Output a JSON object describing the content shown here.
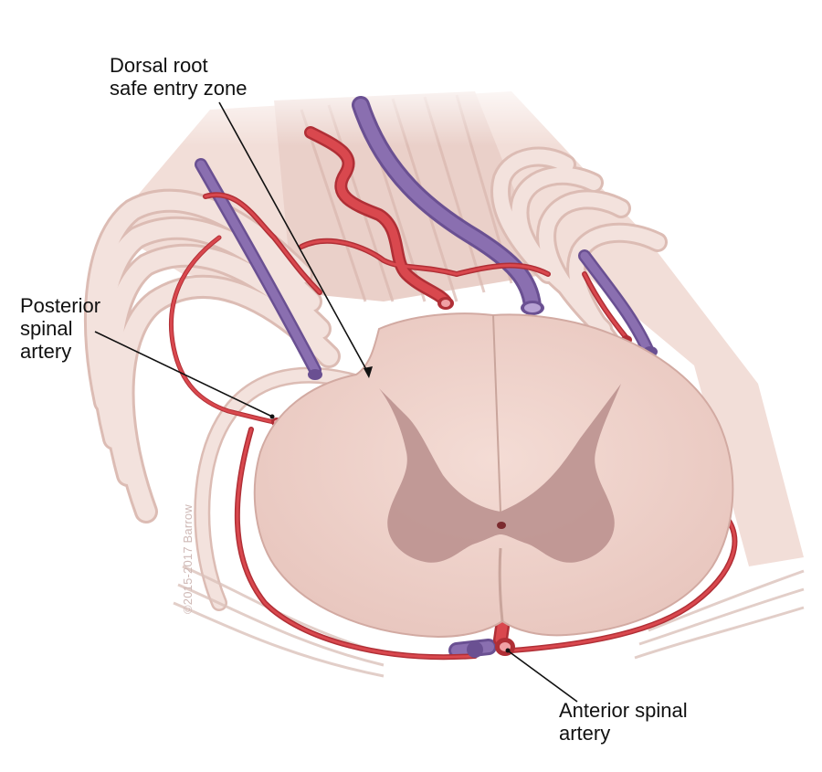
{
  "labels": {
    "dorsal_root_safe_entry_zone": [
      "Dorsal root",
      "safe entry zone"
    ],
    "posterior_spinal_artery": [
      "Posterior",
      "spinal",
      "artery"
    ],
    "anterior_spinal_artery": [
      "Anterior spinal",
      "artery"
    ]
  },
  "watermark": "©2015-2017 Barrow",
  "colors": {
    "artery": "#d9484e",
    "artery_dark": "#b02f36",
    "vein": "#8a6fb0",
    "vein_dark": "#6a5092",
    "cord_white_matter": "#efd3cc",
    "cord_gray_matter": "#b98e8c",
    "nerve_roots": "#ecd4ce",
    "leader_line": "#111111"
  }
}
